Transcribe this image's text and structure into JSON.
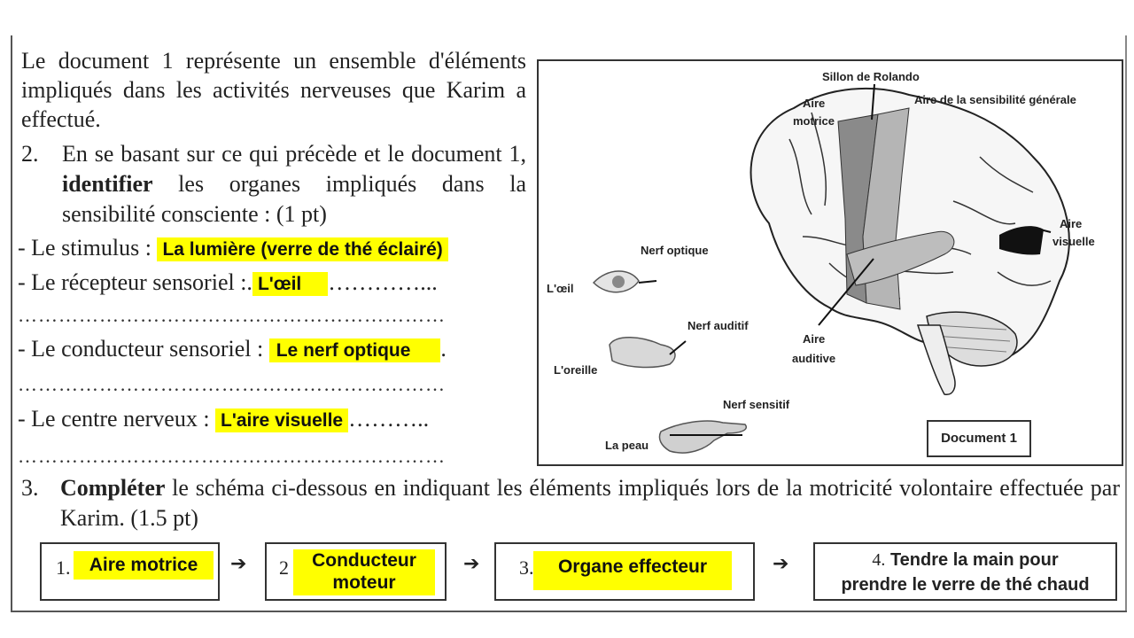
{
  "intro": "Le document 1 représente un ensemble d'éléments impliqués dans les activités nerveuses que Karim a effectué.",
  "q2": {
    "number": "2.",
    "text_before": "En se basant sur ce qui précède et le document 1, ",
    "bold": "identifier",
    "text_after": " les organes impliqués dans la sensibilité consciente : (1 pt)"
  },
  "answers": {
    "stimulus_label": "- Le stimulus :",
    "stimulus_value": "La lumière (verre de thé éclairé)",
    "recepteur_label": "- Le récepteur sensoriel :.",
    "recepteur_value": "L'œil",
    "recepteur_trail": "…………...",
    "conducteur_label": "- Le conducteur sensoriel :",
    "conducteur_value": "Le nerf optique",
    "conducteur_trail": ".",
    "centre_label": "- Le centre nerveux :",
    "centre_value": "L'aire visuelle",
    "centre_trail": "………..",
    "dots": "………………………………………………………"
  },
  "document": {
    "labels": {
      "sillon": "Sillon de Rolando",
      "aire_motrice_1": "Aire",
      "aire_motrice_2": "motrice",
      "aire_sensibilite": "Aire de la sensibilité générale",
      "aire_visuelle_1": "Aire",
      "aire_visuelle_2": "visuelle",
      "aire_auditive_1": "Aire",
      "aire_auditive_2": "auditive",
      "nerf_optique": "Nerf optique",
      "oeil": "L'œil",
      "nerf_auditif": "Nerf auditif",
      "oreille": "L'oreille",
      "nerf_sensitif": "Nerf sensitif",
      "peau": "La peau"
    },
    "title": "Document 1"
  },
  "q3": {
    "number": "3.",
    "bold": "Compléter",
    "text": " le schéma ci-dessous en indiquant les éléments impliqués lors de la motricité volontaire effectuée par Karim. (1.5 pt)"
  },
  "schema": {
    "box1_num": "1.",
    "box1_value": "Aire motrice",
    "box2_num": "2",
    "box2_value_1": "Conducteur",
    "box2_value_2": "moteur",
    "box3_num": "3.",
    "box3_value": "Organe effecteur",
    "box4_num": "4.",
    "box4_text_1": "Tendre la main pour",
    "box4_text_2": "prendre le verre de thé chaud",
    "arrow": "➔"
  },
  "colors": {
    "highlight": "#ffff00",
    "motor_area": "#8a8a8a",
    "sensory_area": "#b5b5b5",
    "visual_area": "#111111"
  }
}
